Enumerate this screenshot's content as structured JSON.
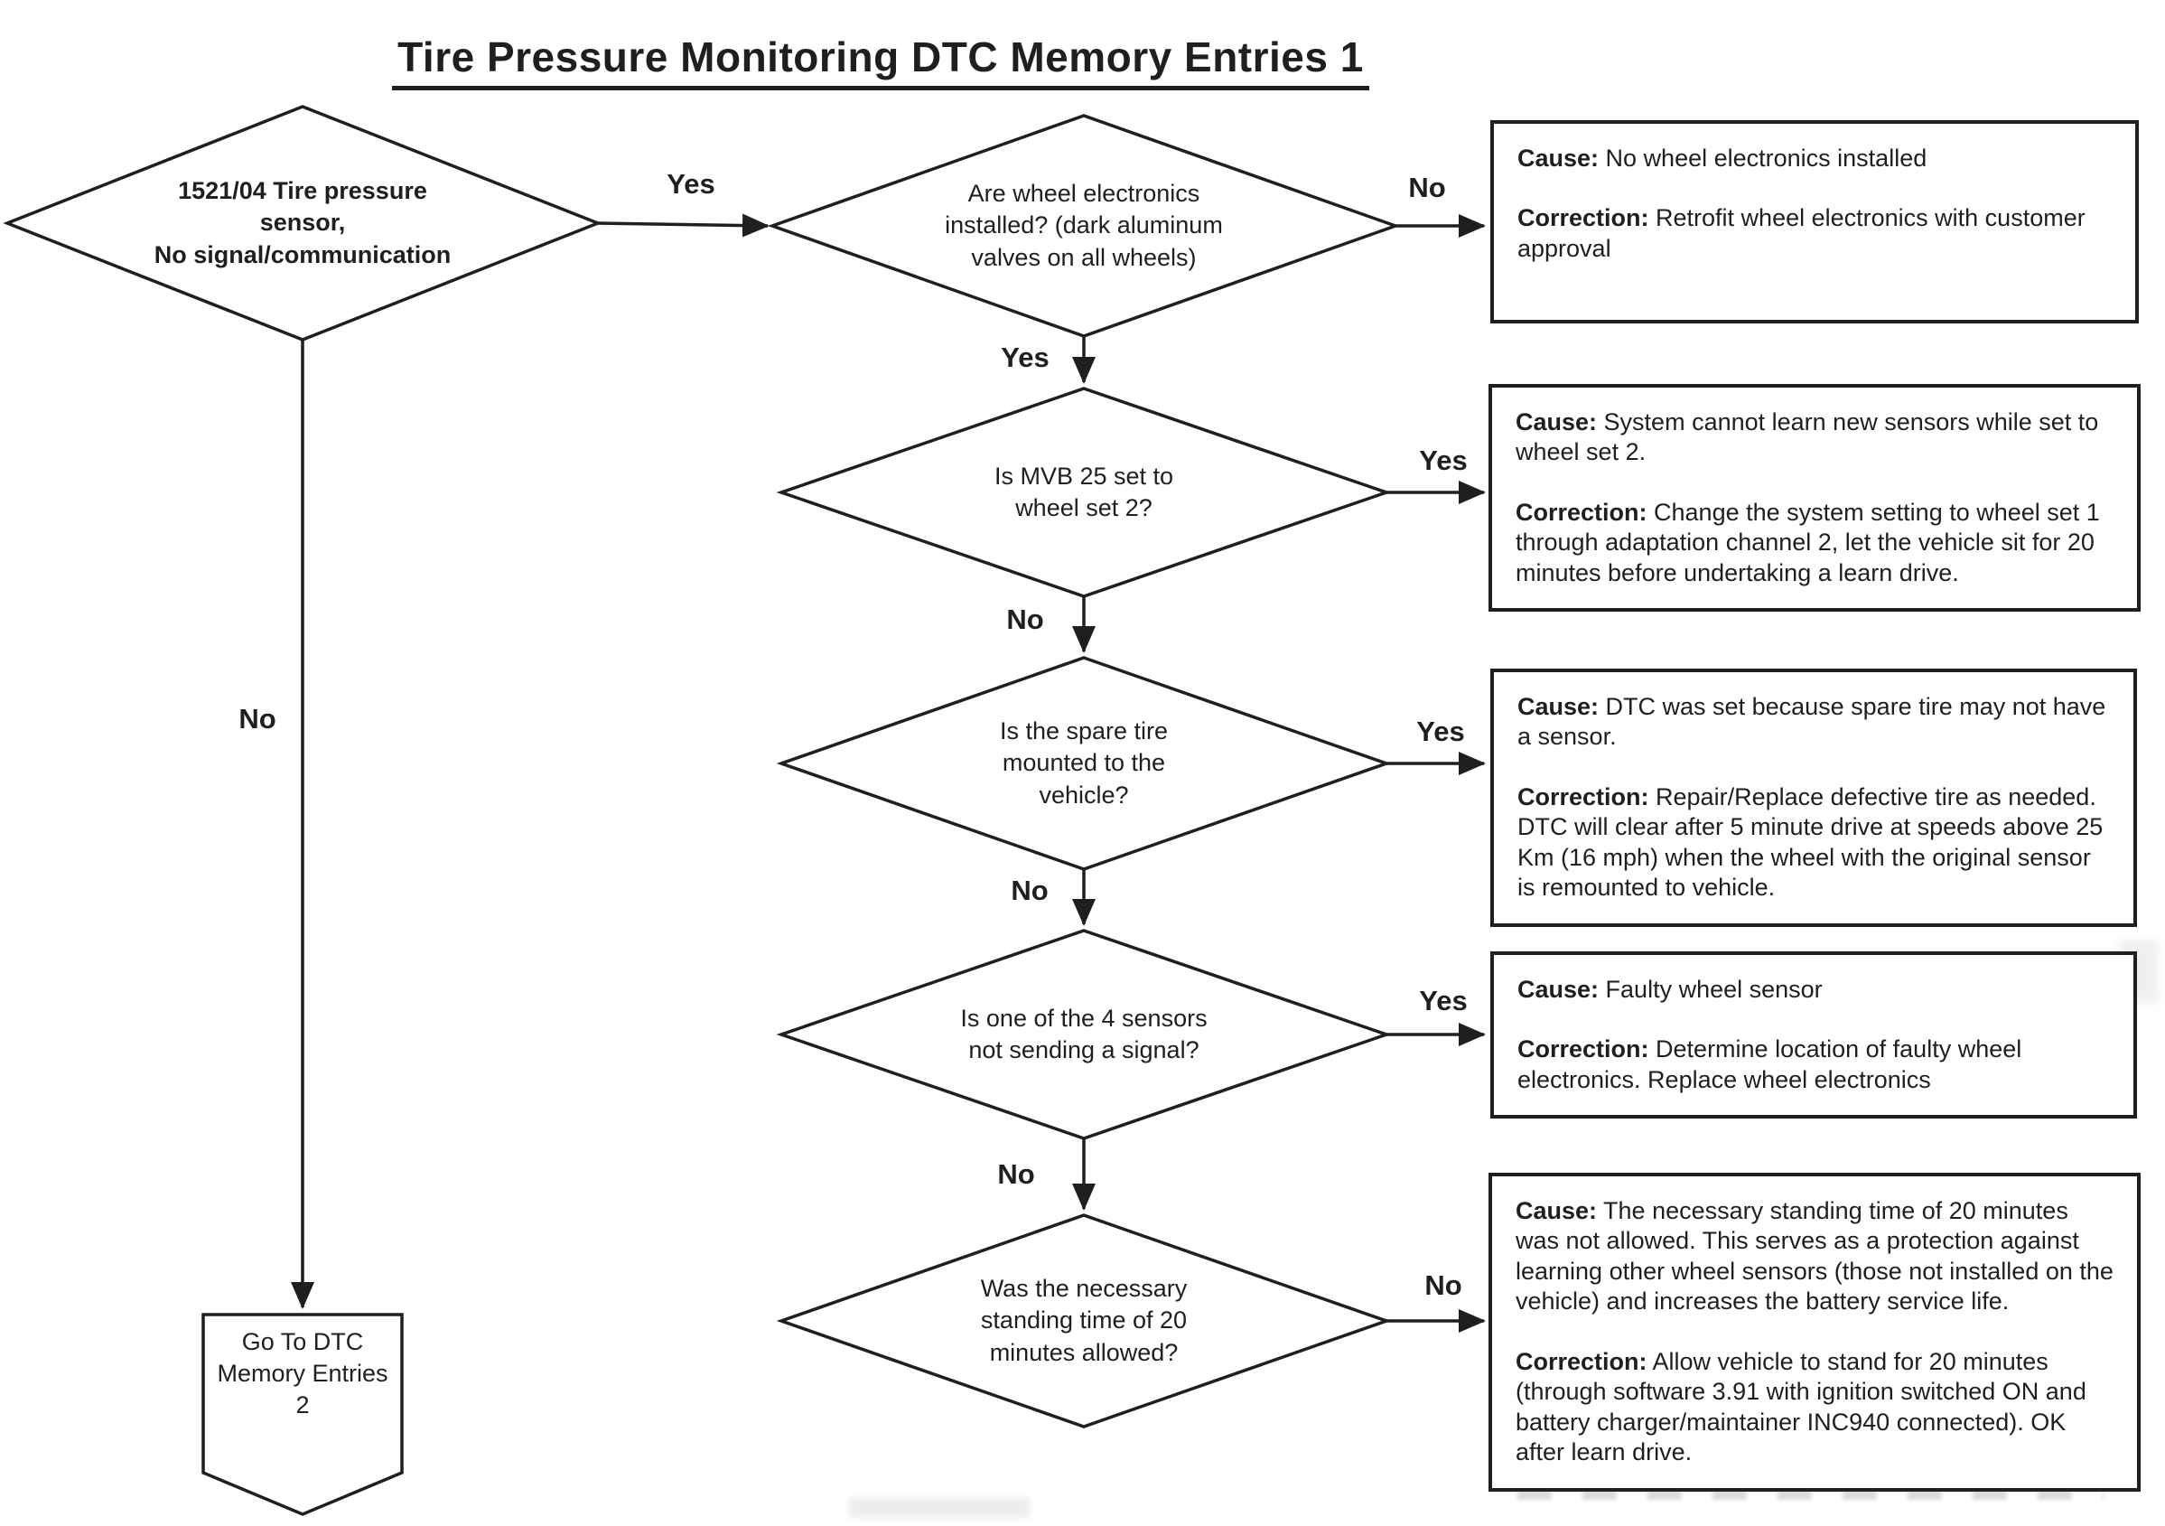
{
  "page_title": "Tire Pressure Monitoring DTC Memory Entries 1",
  "nodes": {
    "start": {
      "text": "1521/04 Tire pressure\nsensor,\nNo signal/communication"
    },
    "wheel_electronics": {
      "text": "Are wheel electronics\ninstalled? (dark aluminum\nvalves on all wheels)"
    },
    "mvb25": {
      "text": "Is MVB 25 set to\nwheel set 2?"
    },
    "spare_tire": {
      "text": "Is the spare tire\nmounted to the\nvehicle?"
    },
    "four_sensors": {
      "text": "Is one of the 4 sensors\nnot sending a signal?"
    },
    "standing_time": {
      "text": "Was the necessary\nstanding time of 20\nminutes allowed?"
    },
    "goto2": {
      "text": "Go To DTC\nMemory Entries\n2"
    }
  },
  "boxes": [
    {
      "cause_label": "Cause:",
      "cause_text": "No wheel electronics installed",
      "correction_label": "Correction:",
      "correction_text": "Retrofit wheel electronics with customer approval"
    },
    {
      "cause_label": "Cause:",
      "cause_text": "System cannot learn new sensors while set to wheel set 2.",
      "correction_label": "Correction:",
      "correction_text": "Change the system setting to wheel set 1 through adaptation channel 2, let the vehicle sit for 20 minutes before undertaking a learn drive."
    },
    {
      "cause_label": "Cause:",
      "cause_text": "DTC was set because spare tire may not have a sensor.",
      "correction_label": "Correction:",
      "correction_text": "Repair/Replace defective tire as needed. DTC will clear after 5 minute drive at speeds above 25 Km (16 mph) when the wheel with the original sensor is remounted to vehicle."
    },
    {
      "cause_label": "Cause:",
      "cause_text": "Faulty wheel sensor",
      "correction_label": "Correction:",
      "correction_text": "Determine location of faulty wheel electronics. Replace wheel electronics"
    },
    {
      "cause_label": "Cause:",
      "cause_text": "The necessary standing time of 20 minutes was not allowed. This serves as a protection against learning other wheel sensors (those not installed on the vehicle) and increases the battery service life.",
      "correction_label": "Correction:",
      "correction_text": "Allow vehicle to stand for 20 minutes (through software 3.91 with ignition switched ON and battery charger/maintainer INC940 connected). OK after learn drive."
    }
  ],
  "edge_labels": {
    "start_yes": "Yes",
    "start_no": "No",
    "wheel_no": "No",
    "wheel_yes": "Yes",
    "mvb_yes": "Yes",
    "mvb_no": "No",
    "spare_yes": "Yes",
    "spare_no": "No",
    "sensors_yes": "Yes",
    "sensors_no": "No",
    "standing_no": "No"
  }
}
